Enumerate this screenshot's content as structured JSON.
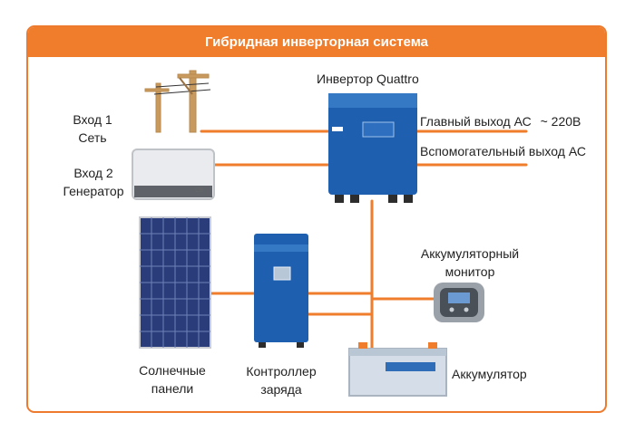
{
  "title": "Гибридная инверторная система",
  "inverter": {
    "label": "Инвертор Quattro"
  },
  "input1": {
    "line1": "Вход 1",
    "line2": "Сеть"
  },
  "input2": {
    "line1": "Вход 2",
    "line2": "Генератор"
  },
  "main_output": {
    "label": "Главный выход АС",
    "voltage": "~ 220В"
  },
  "aux_output": {
    "label": "Вспомогательный выход АС"
  },
  "battery_monitor": {
    "line1": "Аккумуляторный",
    "line2": "монитор"
  },
  "solar": {
    "line1": "Солнечные",
    "line2": "панели"
  },
  "controller": {
    "line1": "Контроллер",
    "line2": "заряда"
  },
  "battery": {
    "label": "Аккумулятор"
  },
  "colors": {
    "accent": "#ef7d2c",
    "device_blue": "#1f5fb0",
    "wire": "#ef7d2c"
  }
}
